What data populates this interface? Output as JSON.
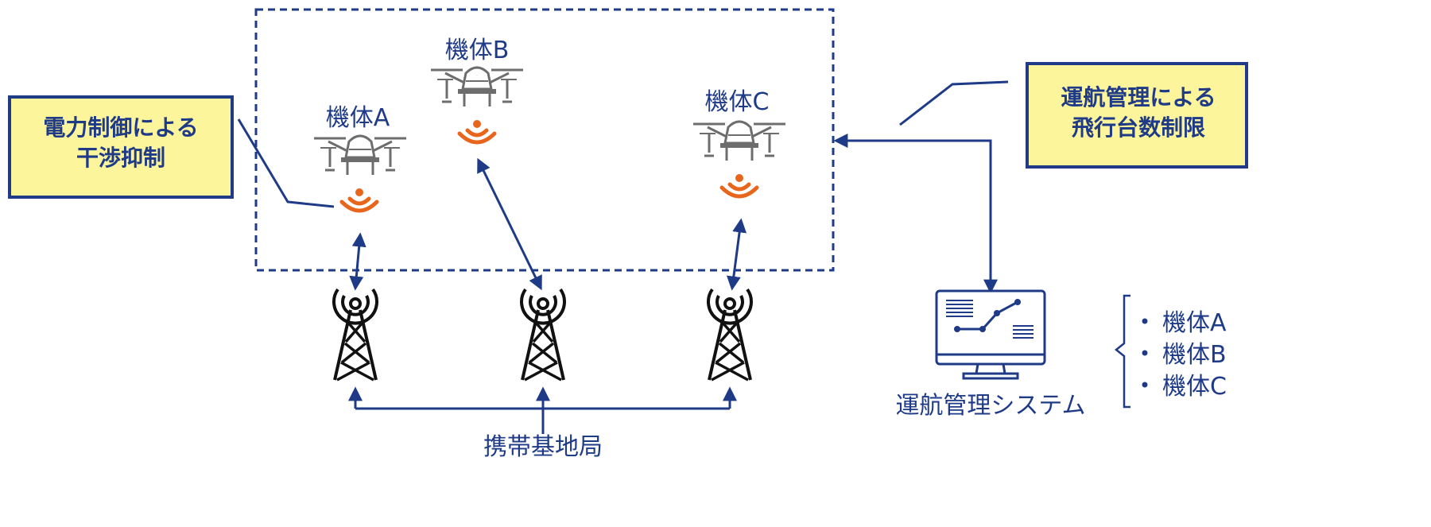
{
  "drones": [
    {
      "label": "機体A"
    },
    {
      "label": "機体B"
    },
    {
      "label": "機体C"
    }
  ],
  "callout_left": {
    "line1": "電力制御による",
    "line2": "干渉抑制"
  },
  "callout_right": {
    "line1": "運航管理による",
    "line2": "飛行台数制限"
  },
  "base_station_label": "携帯基地局",
  "management_system_label": "運航管理システム",
  "aircraft_list": [
    "機体A",
    "機体B",
    "機体C"
  ],
  "colors": {
    "navy": "#1f3b87",
    "orange": "#e8651c",
    "callout_fill": "#fdf59c",
    "drone_gray": "#6d6d6d"
  }
}
